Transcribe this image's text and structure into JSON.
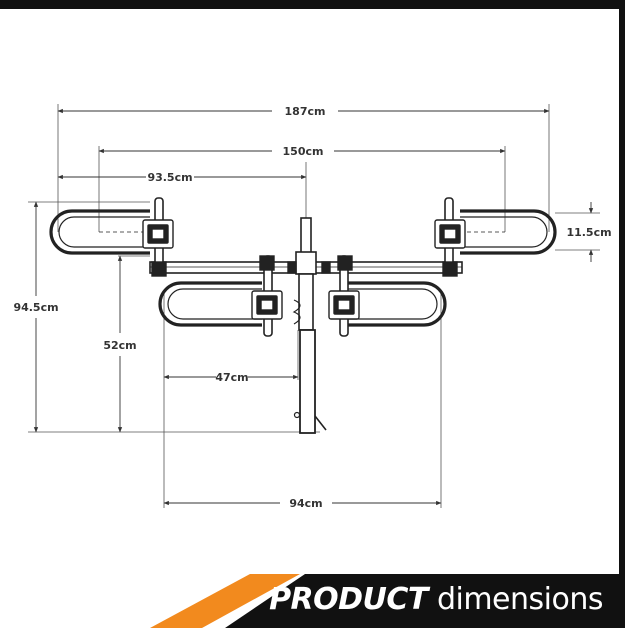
{
  "dimensions": {
    "overall_width": "187cm",
    "inner_width": "150cm",
    "half_width": "93.5cm",
    "clamp_height": "11.5cm",
    "total_height": "94.5cm",
    "arm_height": "52cm",
    "lower_half_width": "47cm",
    "lower_width": "94cm"
  },
  "footer": {
    "title_bold": "PRODUCT",
    "title_light": "dimensions"
  },
  "colors": {
    "accent": "#f28a1e",
    "frame": "#111111",
    "line": "#333333"
  }
}
